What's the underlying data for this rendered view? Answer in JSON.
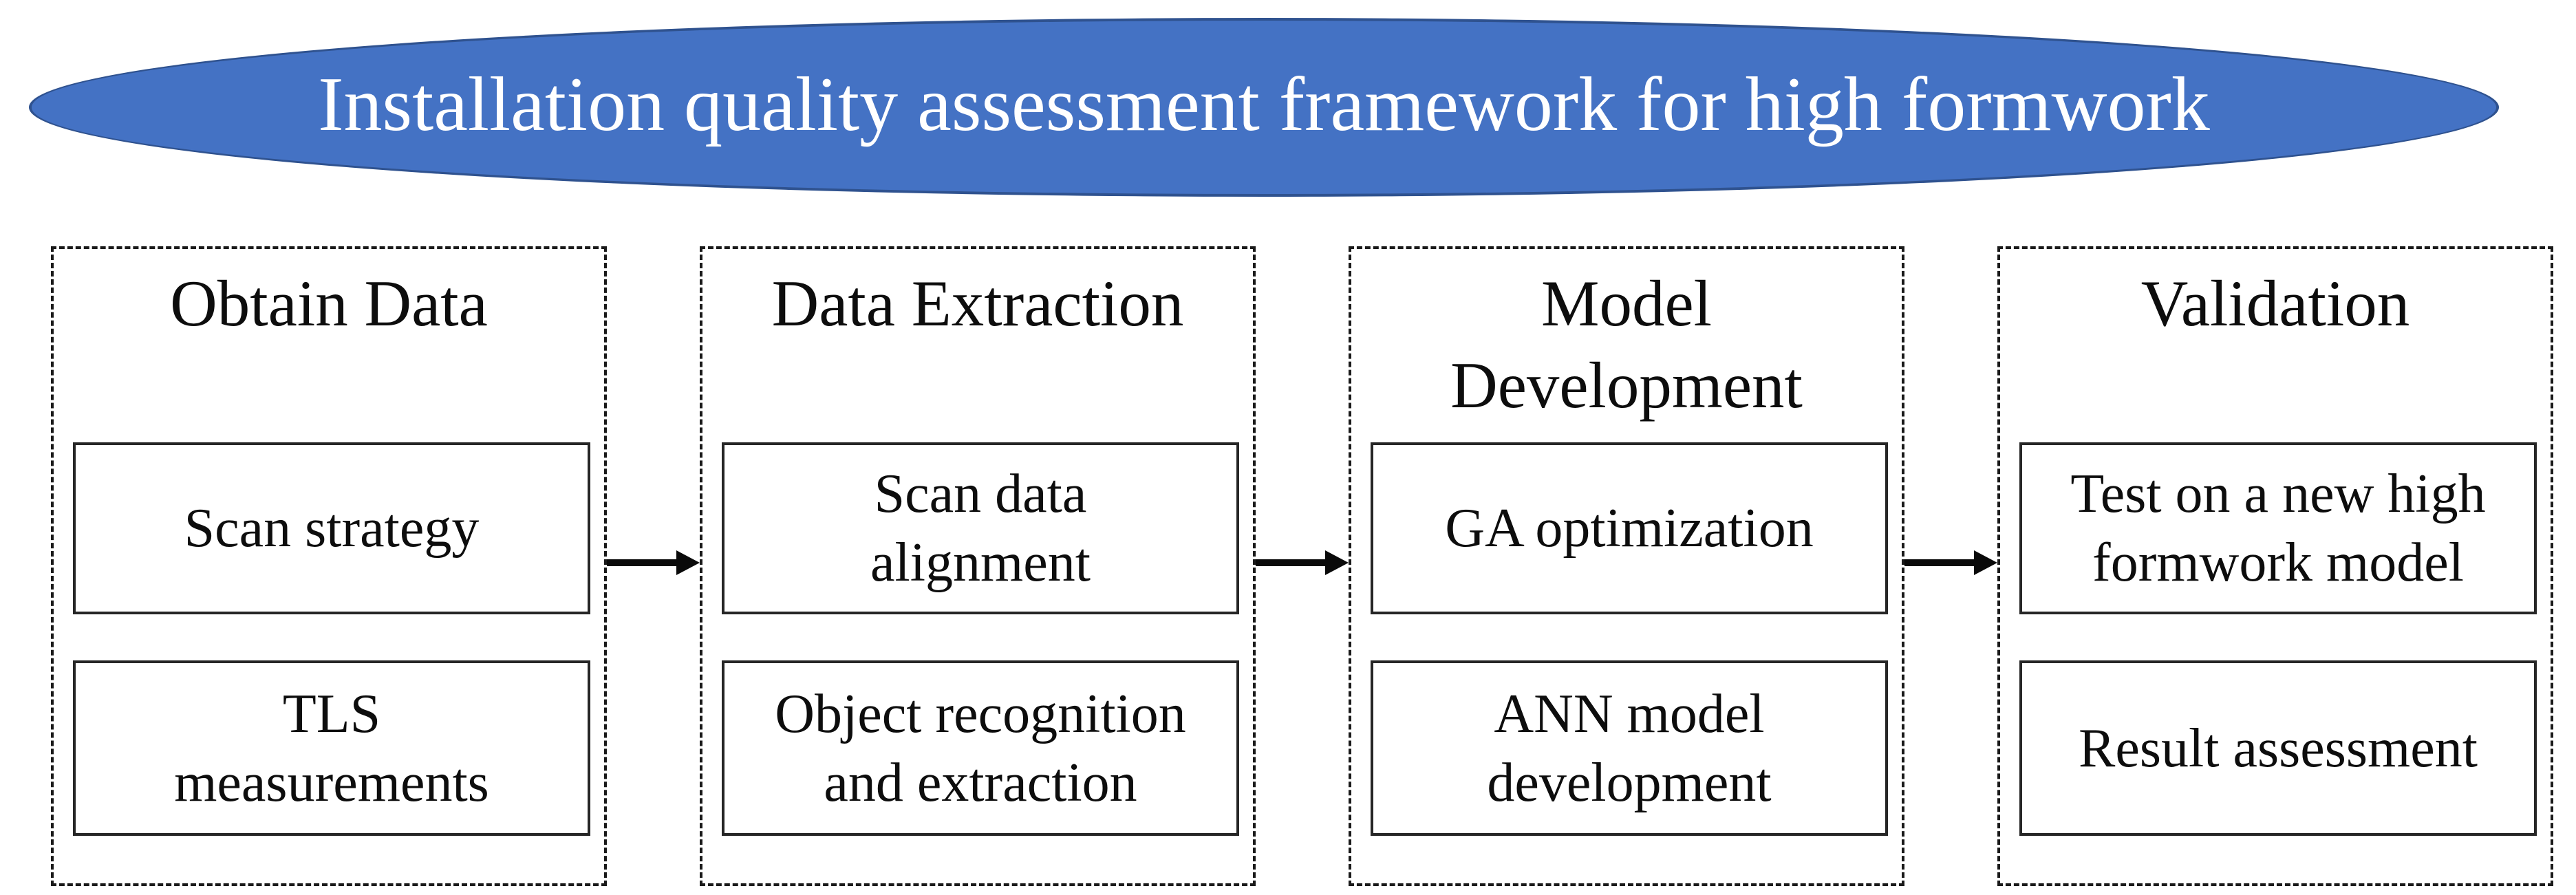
{
  "diagram": {
    "banner": {
      "title": "Installation quality assessment framework for high formwork",
      "fill_color": "#4472C4",
      "border_color": "#2F528F",
      "text_color": "#FFFFFF"
    },
    "columns": [
      {
        "title": "Obtain Data",
        "steps": [
          "Scan strategy",
          "TLS\nmeasurements"
        ]
      },
      {
        "title": "Data Extraction",
        "steps": [
          "Scan data\nalignment",
          "Object recognition\nand extraction"
        ]
      },
      {
        "title": "Model\nDevelopment",
        "steps": [
          "GA optimization",
          "ANN model\ndevelopment"
        ]
      },
      {
        "title": "Validation",
        "steps": [
          "Test on a new high\nformwork model",
          "Result assessment"
        ]
      }
    ],
    "arrow_color": "#0A0A0A",
    "background_color": "#FFFFFF"
  }
}
